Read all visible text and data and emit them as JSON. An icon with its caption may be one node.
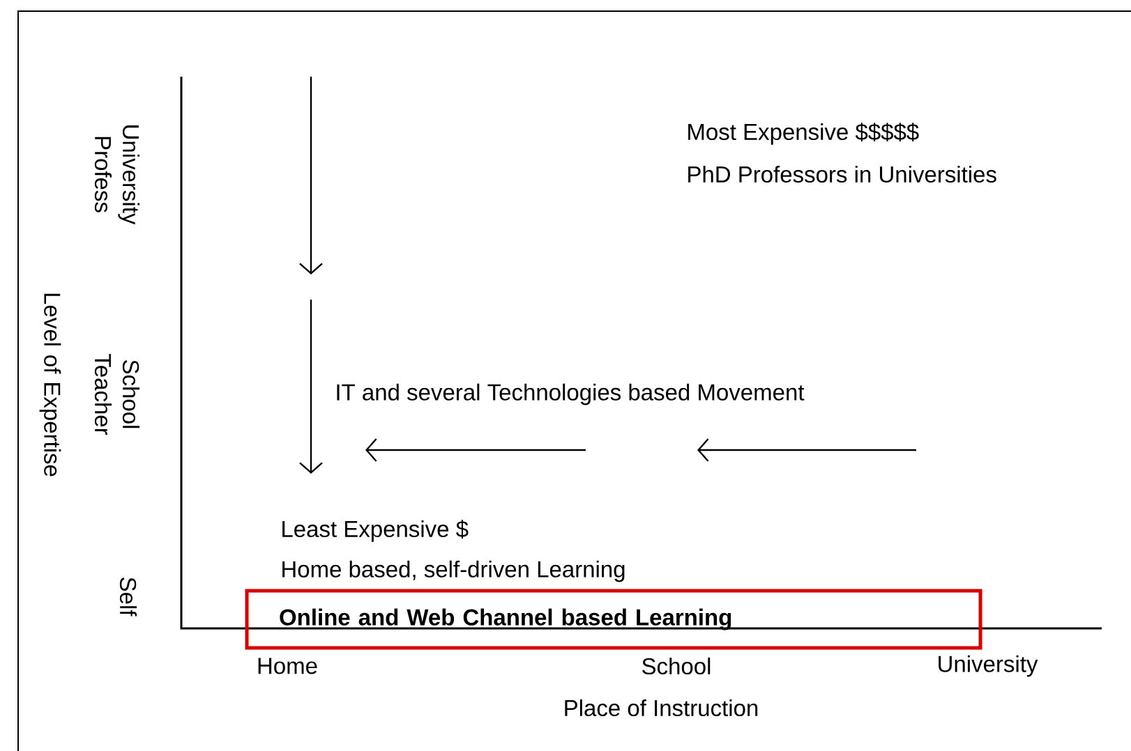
{
  "diagram": {
    "nodes": [
      {
        "text": [
          "Online and Web Channel based Learning"
        ]
      }
    ],
    "edges": [],
    "labels": [
      "University Profess",
      "School Teacher",
      "Self",
      "Level of Expertise",
      "Most Expensive $$$$$",
      "PhD Professors in Universities",
      "IT and several Technologies based Movement",
      "Least Expensive $",
      "Home based, self-driven Learning",
      "Home",
      "School",
      "University",
      "Place of Instruction"
    ]
  }
}
